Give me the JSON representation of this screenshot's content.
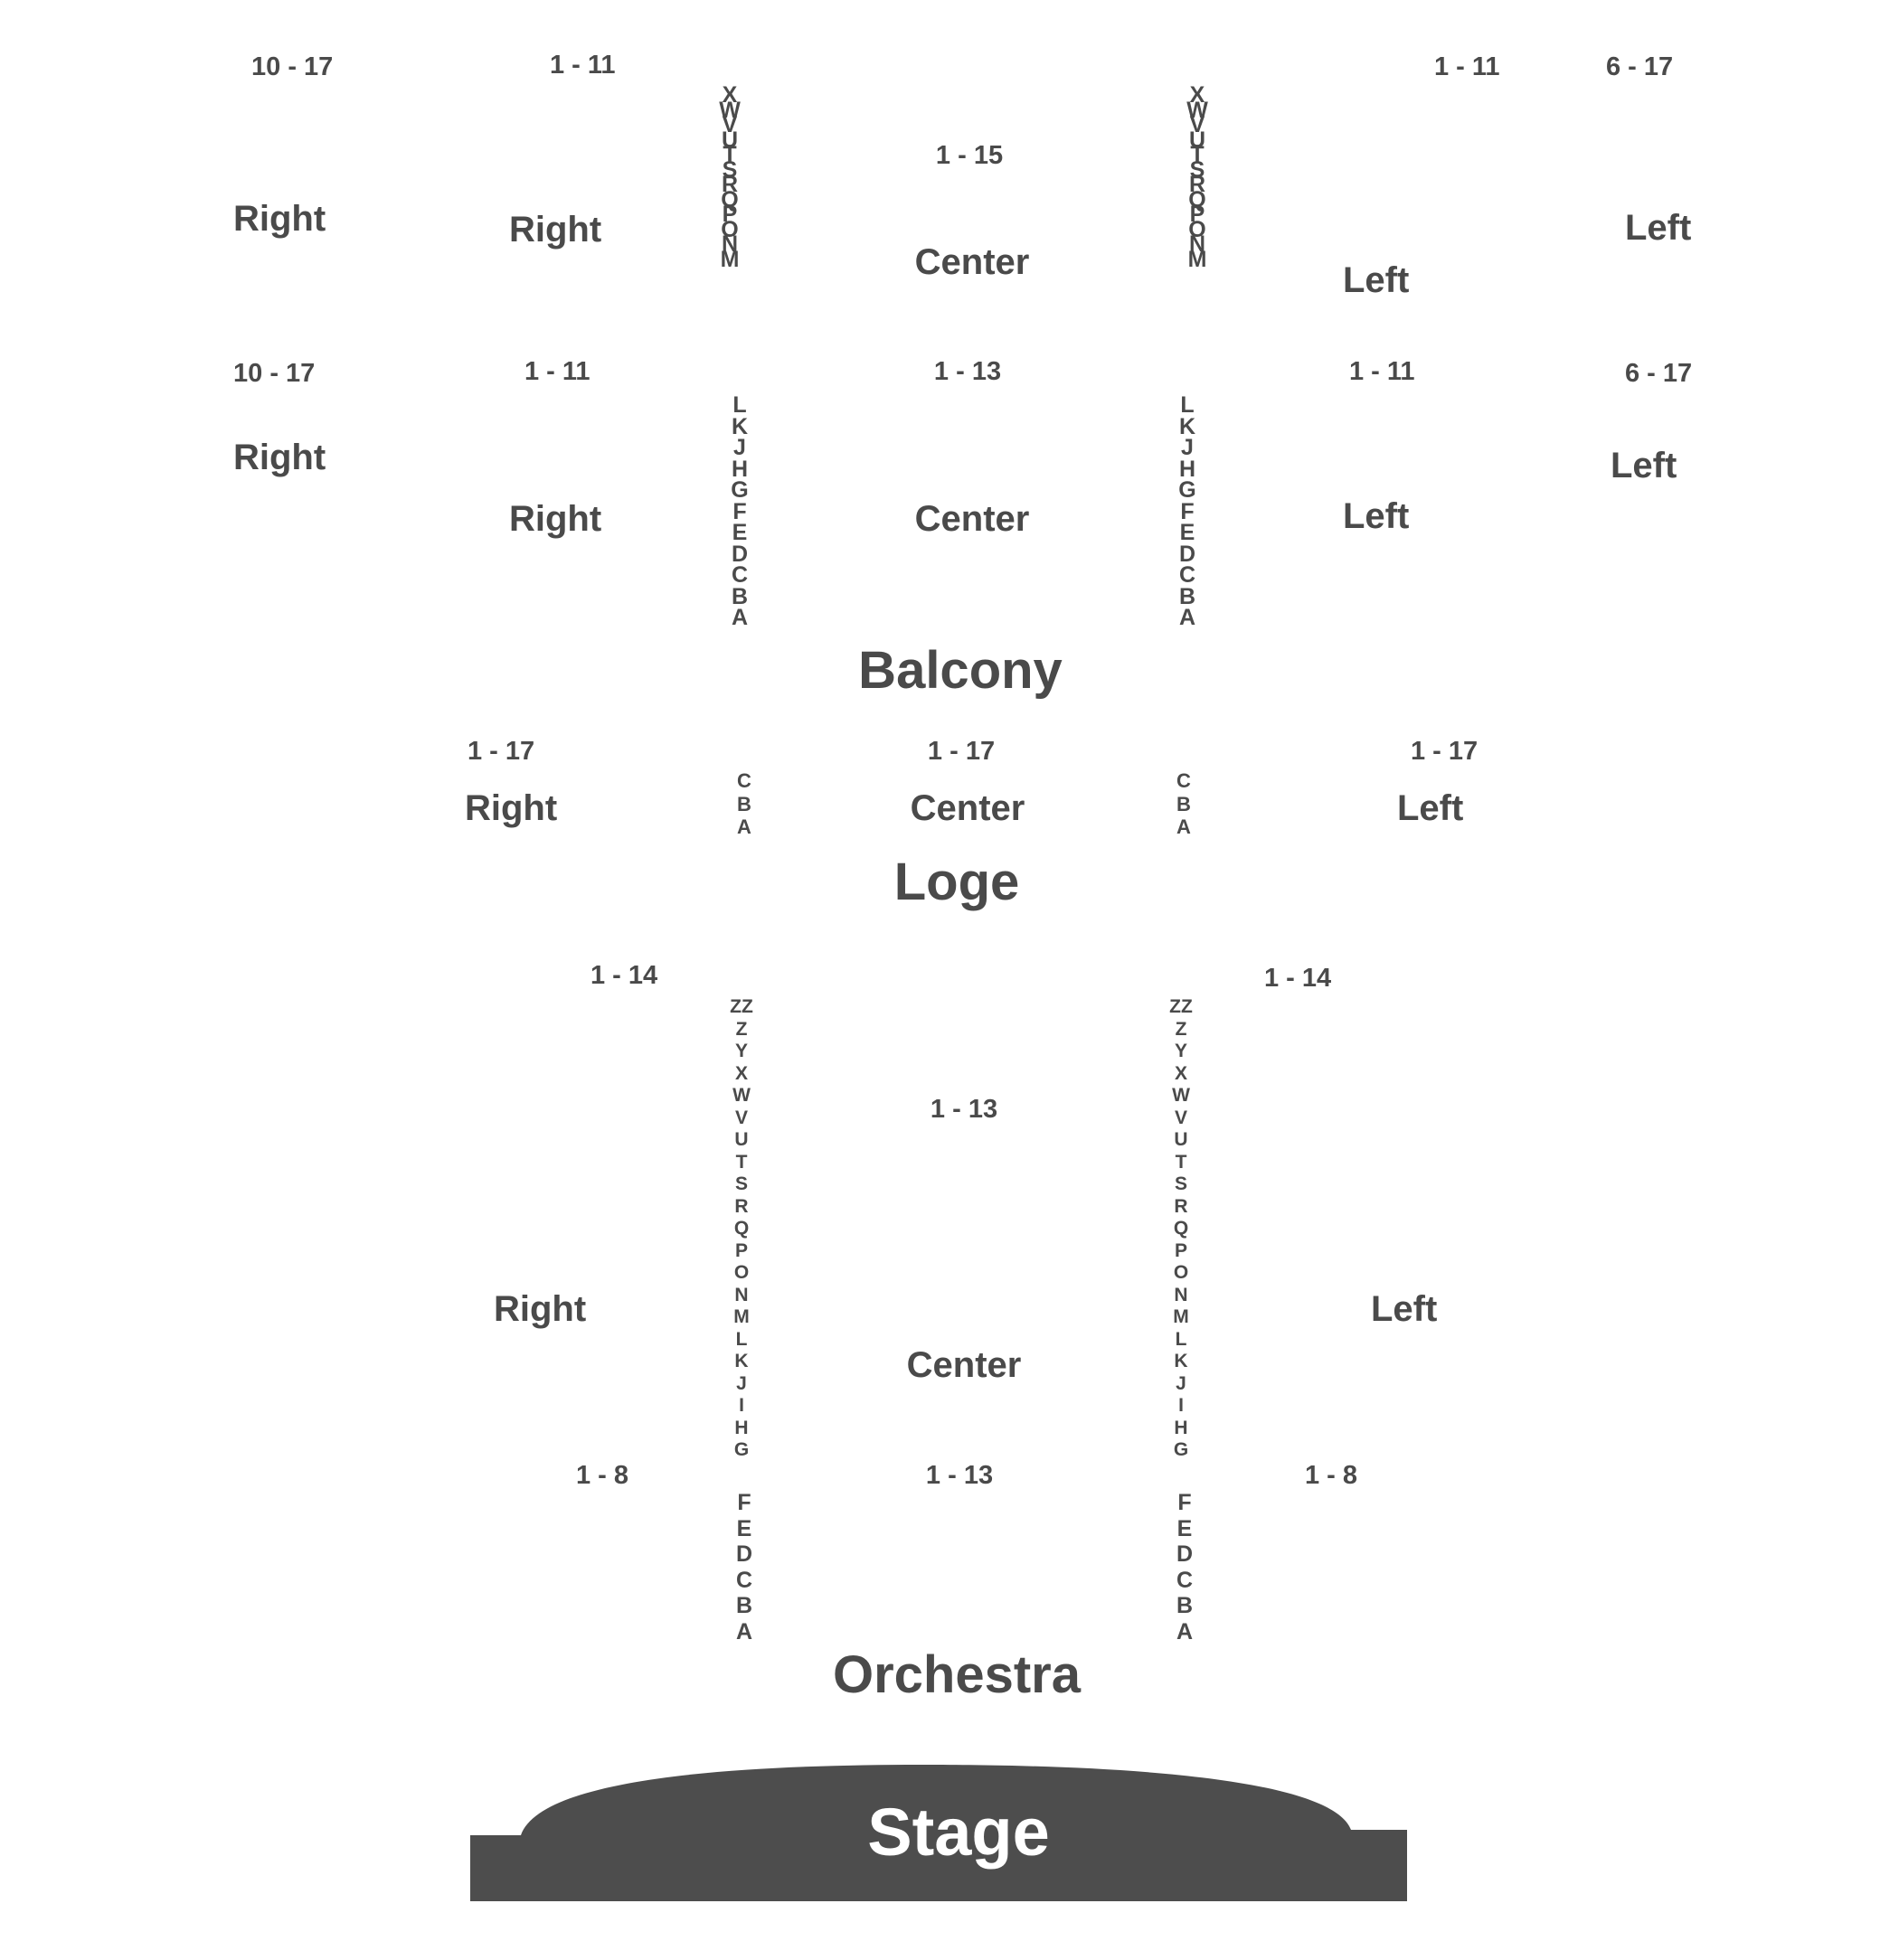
{
  "balcony": {
    "title": "Balcony",
    "upper": {
      "outer_right_range": "10 - 17",
      "outer_right_label": "Right",
      "right_range": "1 - 11",
      "right_label": "Right",
      "center_range": "1 - 15",
      "center_label": "Center",
      "left_range": "1 - 11",
      "left_label": "Left",
      "outer_left_range": "6 - 17",
      "outer_left_label": "Left",
      "rows": [
        "X",
        "W",
        "V",
        "U",
        "T",
        "S",
        "R",
        "Q",
        "P",
        "O",
        "N",
        "M"
      ]
    },
    "lower": {
      "outer_right_range": "10 - 17",
      "outer_right_label": "Right",
      "right_range": "1 - 11",
      "right_label": "Right",
      "center_range": "1 - 13",
      "center_label": "Center",
      "left_range": "1 - 11",
      "left_label": "Left",
      "outer_left_range": "6 - 17",
      "outer_left_label": "Left",
      "rows": [
        "L",
        "K",
        "J",
        "H",
        "G",
        "F",
        "E",
        "D",
        "C",
        "B",
        "A"
      ]
    }
  },
  "loge": {
    "title": "Loge",
    "right_range": "1 - 17",
    "right_label": "Right",
    "center_range": "1 - 17",
    "center_label": "Center",
    "left_range": "1 - 17",
    "left_label": "Left",
    "rows": [
      "C",
      "B",
      "A"
    ]
  },
  "orchestra": {
    "title": "Orchestra",
    "right_range": "1 - 14",
    "right_label": "Right",
    "center_range": "1 - 13",
    "center_label": "Center",
    "left_range": "1 - 14",
    "left_label": "Left",
    "rows_upper": [
      "ZZ",
      "Z",
      "Y",
      "X",
      "W",
      "V",
      "U",
      "T",
      "S",
      "R",
      "Q",
      "P",
      "O",
      "N",
      "M",
      "L",
      "K",
      "J",
      "I",
      "H",
      "G"
    ],
    "front_right_range": "1 - 8",
    "front_center_range": "1 - 13",
    "front_left_range": "1 - 8",
    "rows_front": [
      "F",
      "E",
      "D",
      "C",
      "B",
      "A"
    ]
  },
  "stage": {
    "label": "Stage",
    "color": "#4d4d4d"
  },
  "text_color": "#4a4a4a"
}
